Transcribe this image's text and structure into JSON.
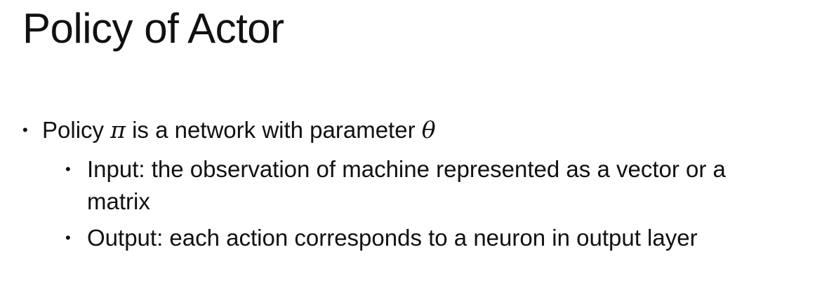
{
  "slide": {
    "title": "Policy of Actor",
    "bullets": [
      {
        "bullet_char": "•",
        "text_before": "Policy ",
        "pi_symbol": "π",
        "text_middle": " is a network with parameter ",
        "theta_symbol": "θ"
      }
    ],
    "sub_bullets": [
      {
        "bullet_char": "•",
        "text": "Input: the observation of machine represented as a vector or a matrix"
      },
      {
        "bullet_char": "•",
        "text": "Output: each action corresponds to a neuron in output layer"
      }
    ]
  }
}
